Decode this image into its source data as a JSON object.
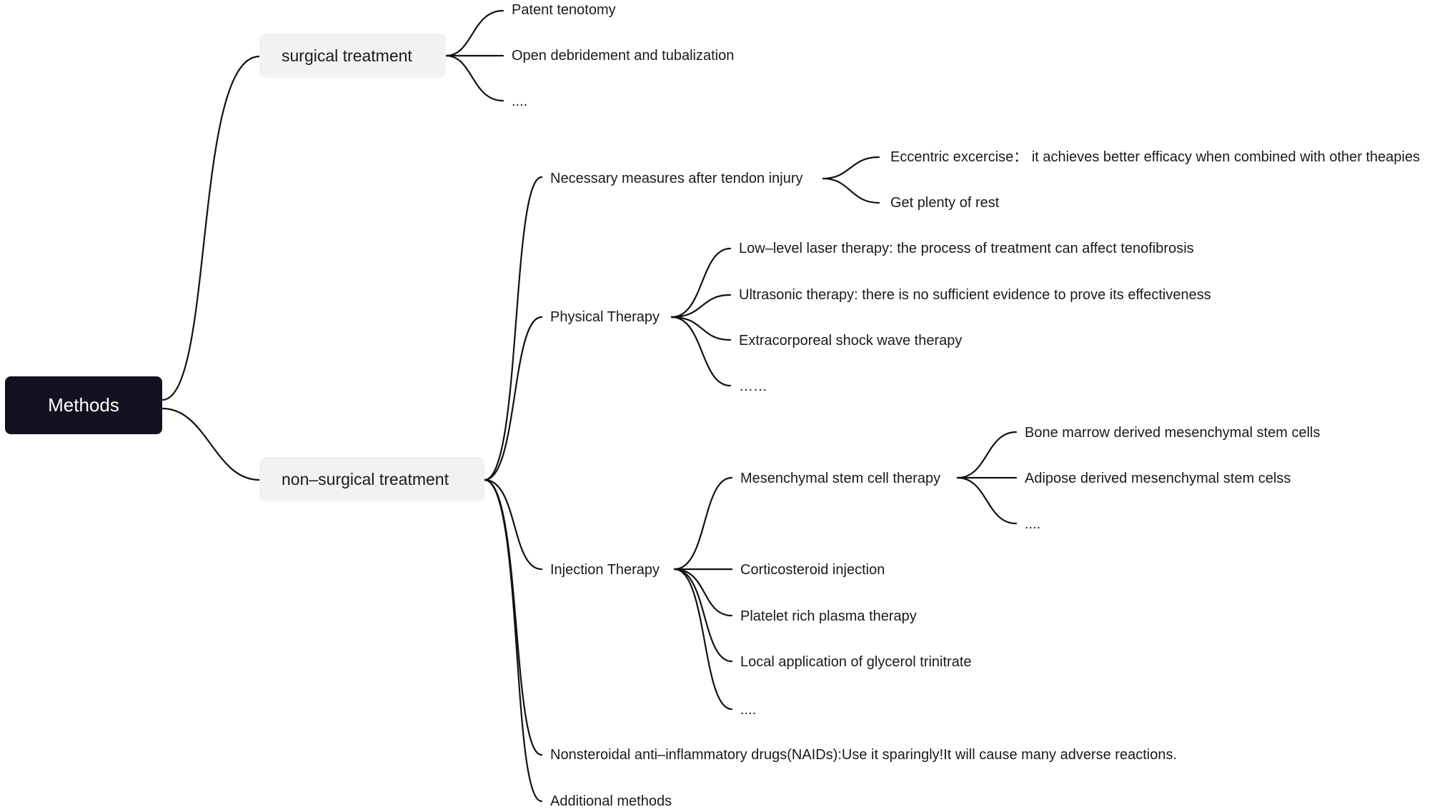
{
  "diagram": {
    "root": {
      "label": "Methods"
    },
    "branches": [
      {
        "label": "surgical treatment",
        "children": [
          {
            "label": "Patent tenotomy"
          },
          {
            "label": "Open debridement and tubalization"
          },
          {
            "label": "...."
          }
        ]
      },
      {
        "label": "non–surgical treatment",
        "children": [
          {
            "label": "Necessary measures after tendon injury",
            "children": [
              {
                "label": "Eccentric excercise： it achieves better efficacy when combined with other theapies"
              },
              {
                "label": "Get plenty of rest"
              }
            ]
          },
          {
            "label": "Physical Therapy",
            "children": [
              {
                "label": "Low–level laser therapy: the process of treatment can affect tenofibrosis"
              },
              {
                "label": "Ultrasonic therapy: there is no sufficient evidence to prove its effectiveness"
              },
              {
                "label": "Extracorporeal shock wave therapy"
              },
              {
                "label": "……"
              }
            ]
          },
          {
            "label": "Injection Therapy",
            "children": [
              {
                "label": "Mesenchymal stem cell therapy",
                "children": [
                  {
                    "label": "Bone marrow derived mesenchymal stem cells"
                  },
                  {
                    "label": "Adipose derived mesenchymal stem celss"
                  },
                  {
                    "label": "...."
                  }
                ]
              },
              {
                "label": "Corticosteroid injection"
              },
              {
                "label": "Platelet rich plasma therapy"
              },
              {
                "label": "Local application of glycerol trinitrate"
              },
              {
                "label": "...."
              }
            ]
          },
          {
            "label": "Nonsteroidal anti–inflammatory drugs(NAIDs):Use it sparingly!It will cause many adverse reactions."
          },
          {
            "label": "Additional methods"
          }
        ]
      }
    ]
  }
}
